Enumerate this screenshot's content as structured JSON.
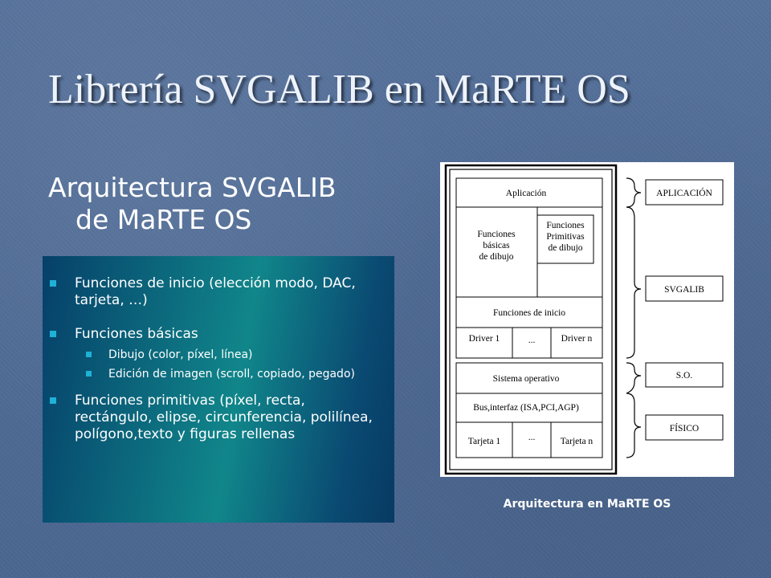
{
  "title": "Librería SVGALIB en MaRTE OS",
  "subtitle": {
    "line1": "Arquitectura SVGALIB",
    "line2": "de MaRTE OS"
  },
  "bullets": [
    {
      "text": "Funciones de inicio (elección modo, DAC, tarjeta, …)"
    },
    {
      "text": "Funciones básicas",
      "sub": [
        "Dibujo (color, píxel, línea)",
        "Edición de imagen (scroll, copiado, pegado)"
      ]
    },
    {
      "text": "Funciones primitivas (píxel, recta, rectángulo, elipse, circunferencia, polilínea, polígono,texto y figuras rellenas"
    }
  ],
  "diagram": {
    "aplicacion": "Aplicación",
    "basicas": [
      "Funciones",
      "básicas",
      "de dibujo"
    ],
    "primitivas": [
      "Funciones",
      "Primitivas",
      "de dibujo"
    ],
    "inicio": "Funciones de inicio",
    "driver1": "Driver 1",
    "driver_dots": "...",
    "drivern": "Driver n",
    "so": "Sistema operativo",
    "bus": "Bus,interfaz  (ISA,PCI,AGP)",
    "tarjeta1": "Tarjeta 1",
    "tarjeta_dots": "...",
    "tarjetan": "Tarjeta n",
    "layers": [
      "APLICACIÓN",
      "SVGALIB",
      "S.O.",
      "FÍSICO"
    ]
  },
  "caption": "Arquitectura en MaRTE OS"
}
